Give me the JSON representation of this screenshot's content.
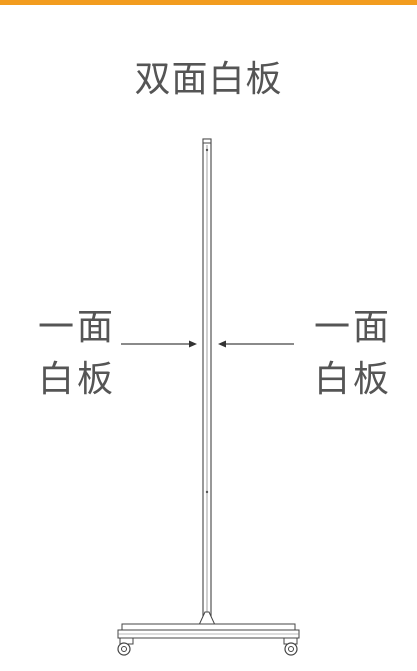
{
  "title": "双面白板",
  "left_label": {
    "line1": "一面",
    "line2": "白板"
  },
  "right_label": {
    "line1": "一面",
    "line2": "白板"
  },
  "colors": {
    "accent": "#f29c1f",
    "text": "#555555",
    "line": "#444444"
  }
}
